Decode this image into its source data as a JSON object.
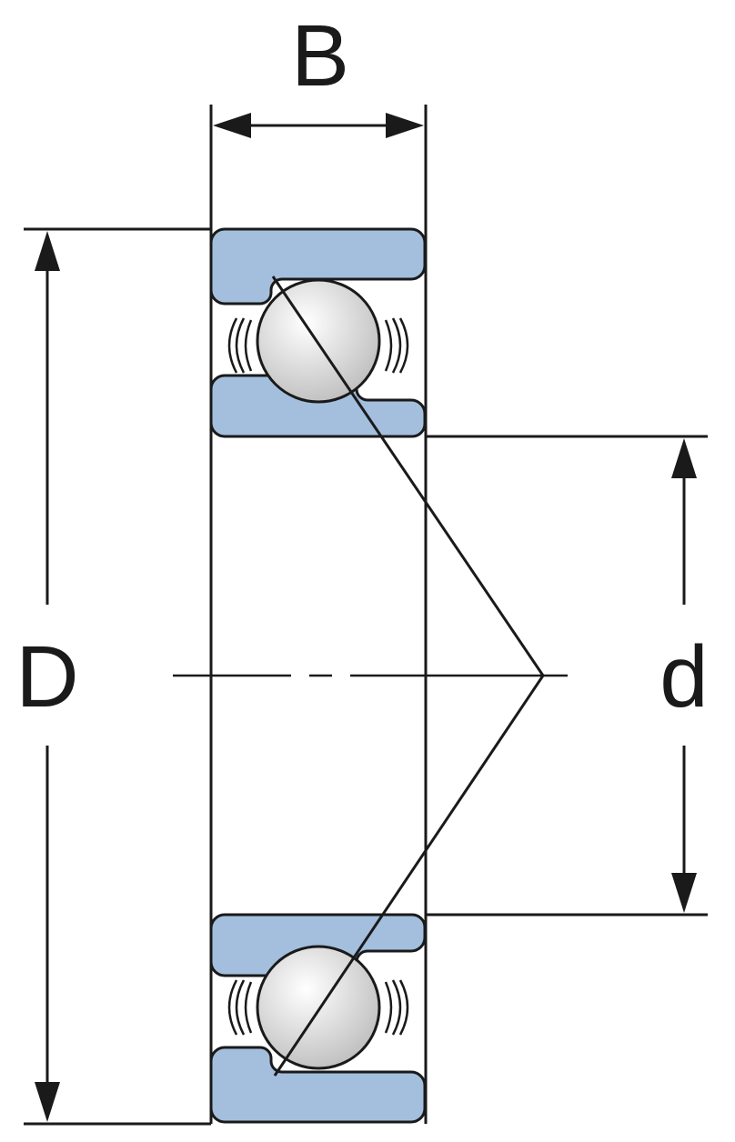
{
  "labels": {
    "width": "B",
    "outer_diameter": "D",
    "bore_diameter": "d"
  },
  "colors": {
    "ring_fill": "#a3bfdd",
    "outline": "#1a1a1a",
    "ball_light": "#ffffff",
    "ball_dark": "#b9b9b9",
    "background": "#ffffff"
  }
}
